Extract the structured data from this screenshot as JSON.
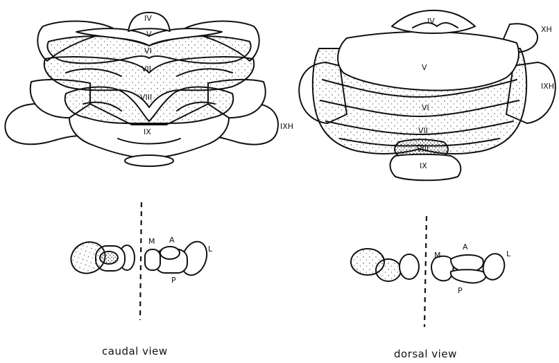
{
  "left_cerebellum": {
    "lobules": [
      "IV",
      "V",
      "VI",
      "VII",
      "VIII",
      "IX"
    ],
    "hemisphere_label": "IXH"
  },
  "right_cerebellum": {
    "lobules": [
      "IV",
      "V",
      "VI",
      "VII",
      "VIII",
      "IX"
    ],
    "hemisphere_labels": [
      "XH",
      "IXH"
    ]
  },
  "left_schematic": {
    "labels": [
      "M",
      "A",
      "L",
      "P"
    ]
  },
  "right_schematic": {
    "labels": [
      "M",
      "A",
      "L",
      "P"
    ]
  },
  "captions": [
    "caudal view",
    "dorsal view"
  ]
}
